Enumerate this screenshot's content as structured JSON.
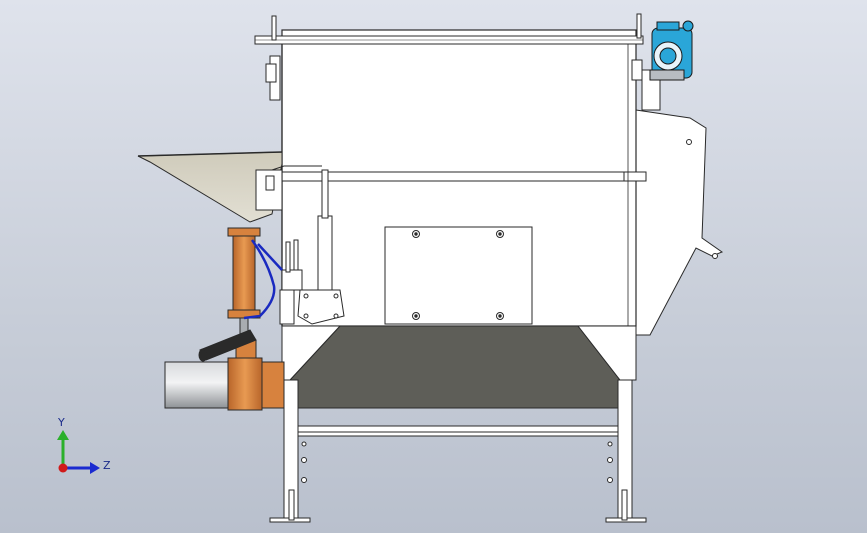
{
  "viewport": {
    "background_top": "#dfe3ec",
    "background_bottom": "#b9c0cd"
  },
  "triad": {
    "y_label": "Y",
    "z_label": "Z",
    "y_color": "#2bb02b",
    "z_color": "#1a2ad0",
    "origin_color": "#d01a1a"
  },
  "colors": {
    "line": "#2a2a2a",
    "body_fill": "#ffffff",
    "hopper_fill": "#d4d0c2",
    "trough_fill": "#5e5e58",
    "copper": "#d7823e",
    "pipe_steel": "#a8acb0",
    "motor_blue": "#2aa6d8",
    "hose_blue": "#1a2ac0"
  },
  "icons": [
    "machine-assembly",
    "coordinate-triad-icon"
  ]
}
